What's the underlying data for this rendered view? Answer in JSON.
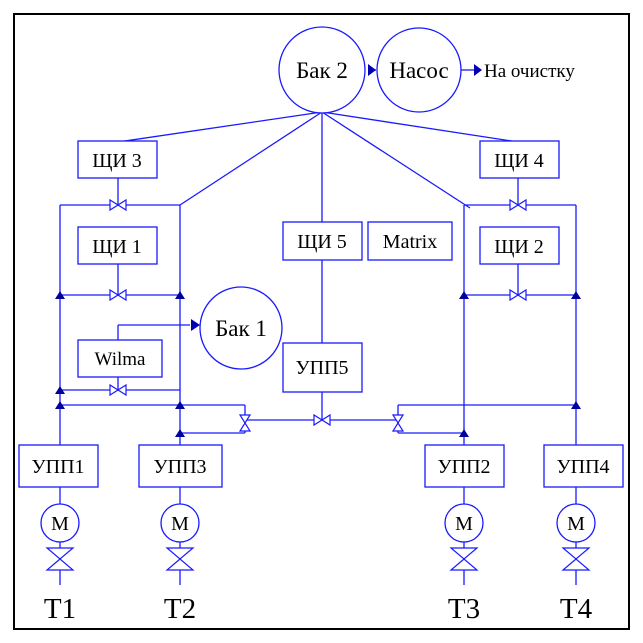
{
  "tanks": {
    "tank2": "Бак 2",
    "pump": "Насос",
    "tank1": "Бак 1"
  },
  "outlet": {
    "to_cleaning": "На очистку"
  },
  "panels": {
    "shchi1": "ЩИ 1",
    "shchi2": "ЩИ 2",
    "shchi3": "ЩИ 3",
    "shchi4": "ЩИ 4",
    "shchi5": "ЩИ 5"
  },
  "controllers": {
    "matrix": "Matrix",
    "wilma": "Wilma"
  },
  "soft_starters": {
    "upp1": "УПП1",
    "upp2": "УПП2",
    "upp3": "УПП3",
    "upp4": "УПП4",
    "upp5": "УПП5"
  },
  "motors": {
    "label": "M"
  },
  "transformers": {
    "t1": "T1",
    "t2": "T2",
    "t3": "T3",
    "t4": "T4"
  },
  "colors": {
    "line": "#1a1aff",
    "arrow": "#0000b0",
    "text": "#000000",
    "frame": "#000000",
    "background": "#ffffff"
  }
}
